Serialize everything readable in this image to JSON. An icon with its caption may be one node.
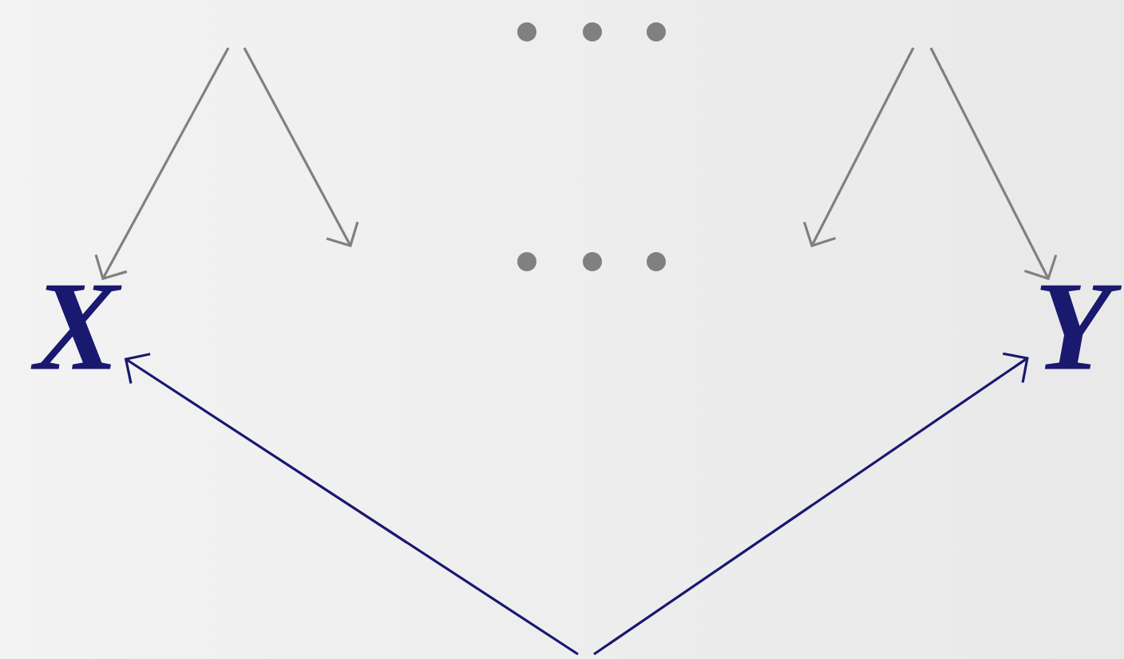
{
  "diagram": {
    "nodes": [
      {
        "text": [
          "X"
        ]
      },
      {
        "text": [
          "Y"
        ]
      }
    ],
    "edges": [
      {
        "from": null,
        "to": 0,
        "arrow": "to",
        "color": "#808080"
      },
      {
        "from": null,
        "to": 1,
        "arrow": "to",
        "color": "#808080"
      },
      {
        "from": null,
        "to": 0,
        "arrow": "to",
        "color": "#191970"
      },
      {
        "from": null,
        "to": 1,
        "arrow": "to",
        "color": "#191970"
      }
    ]
  }
}
